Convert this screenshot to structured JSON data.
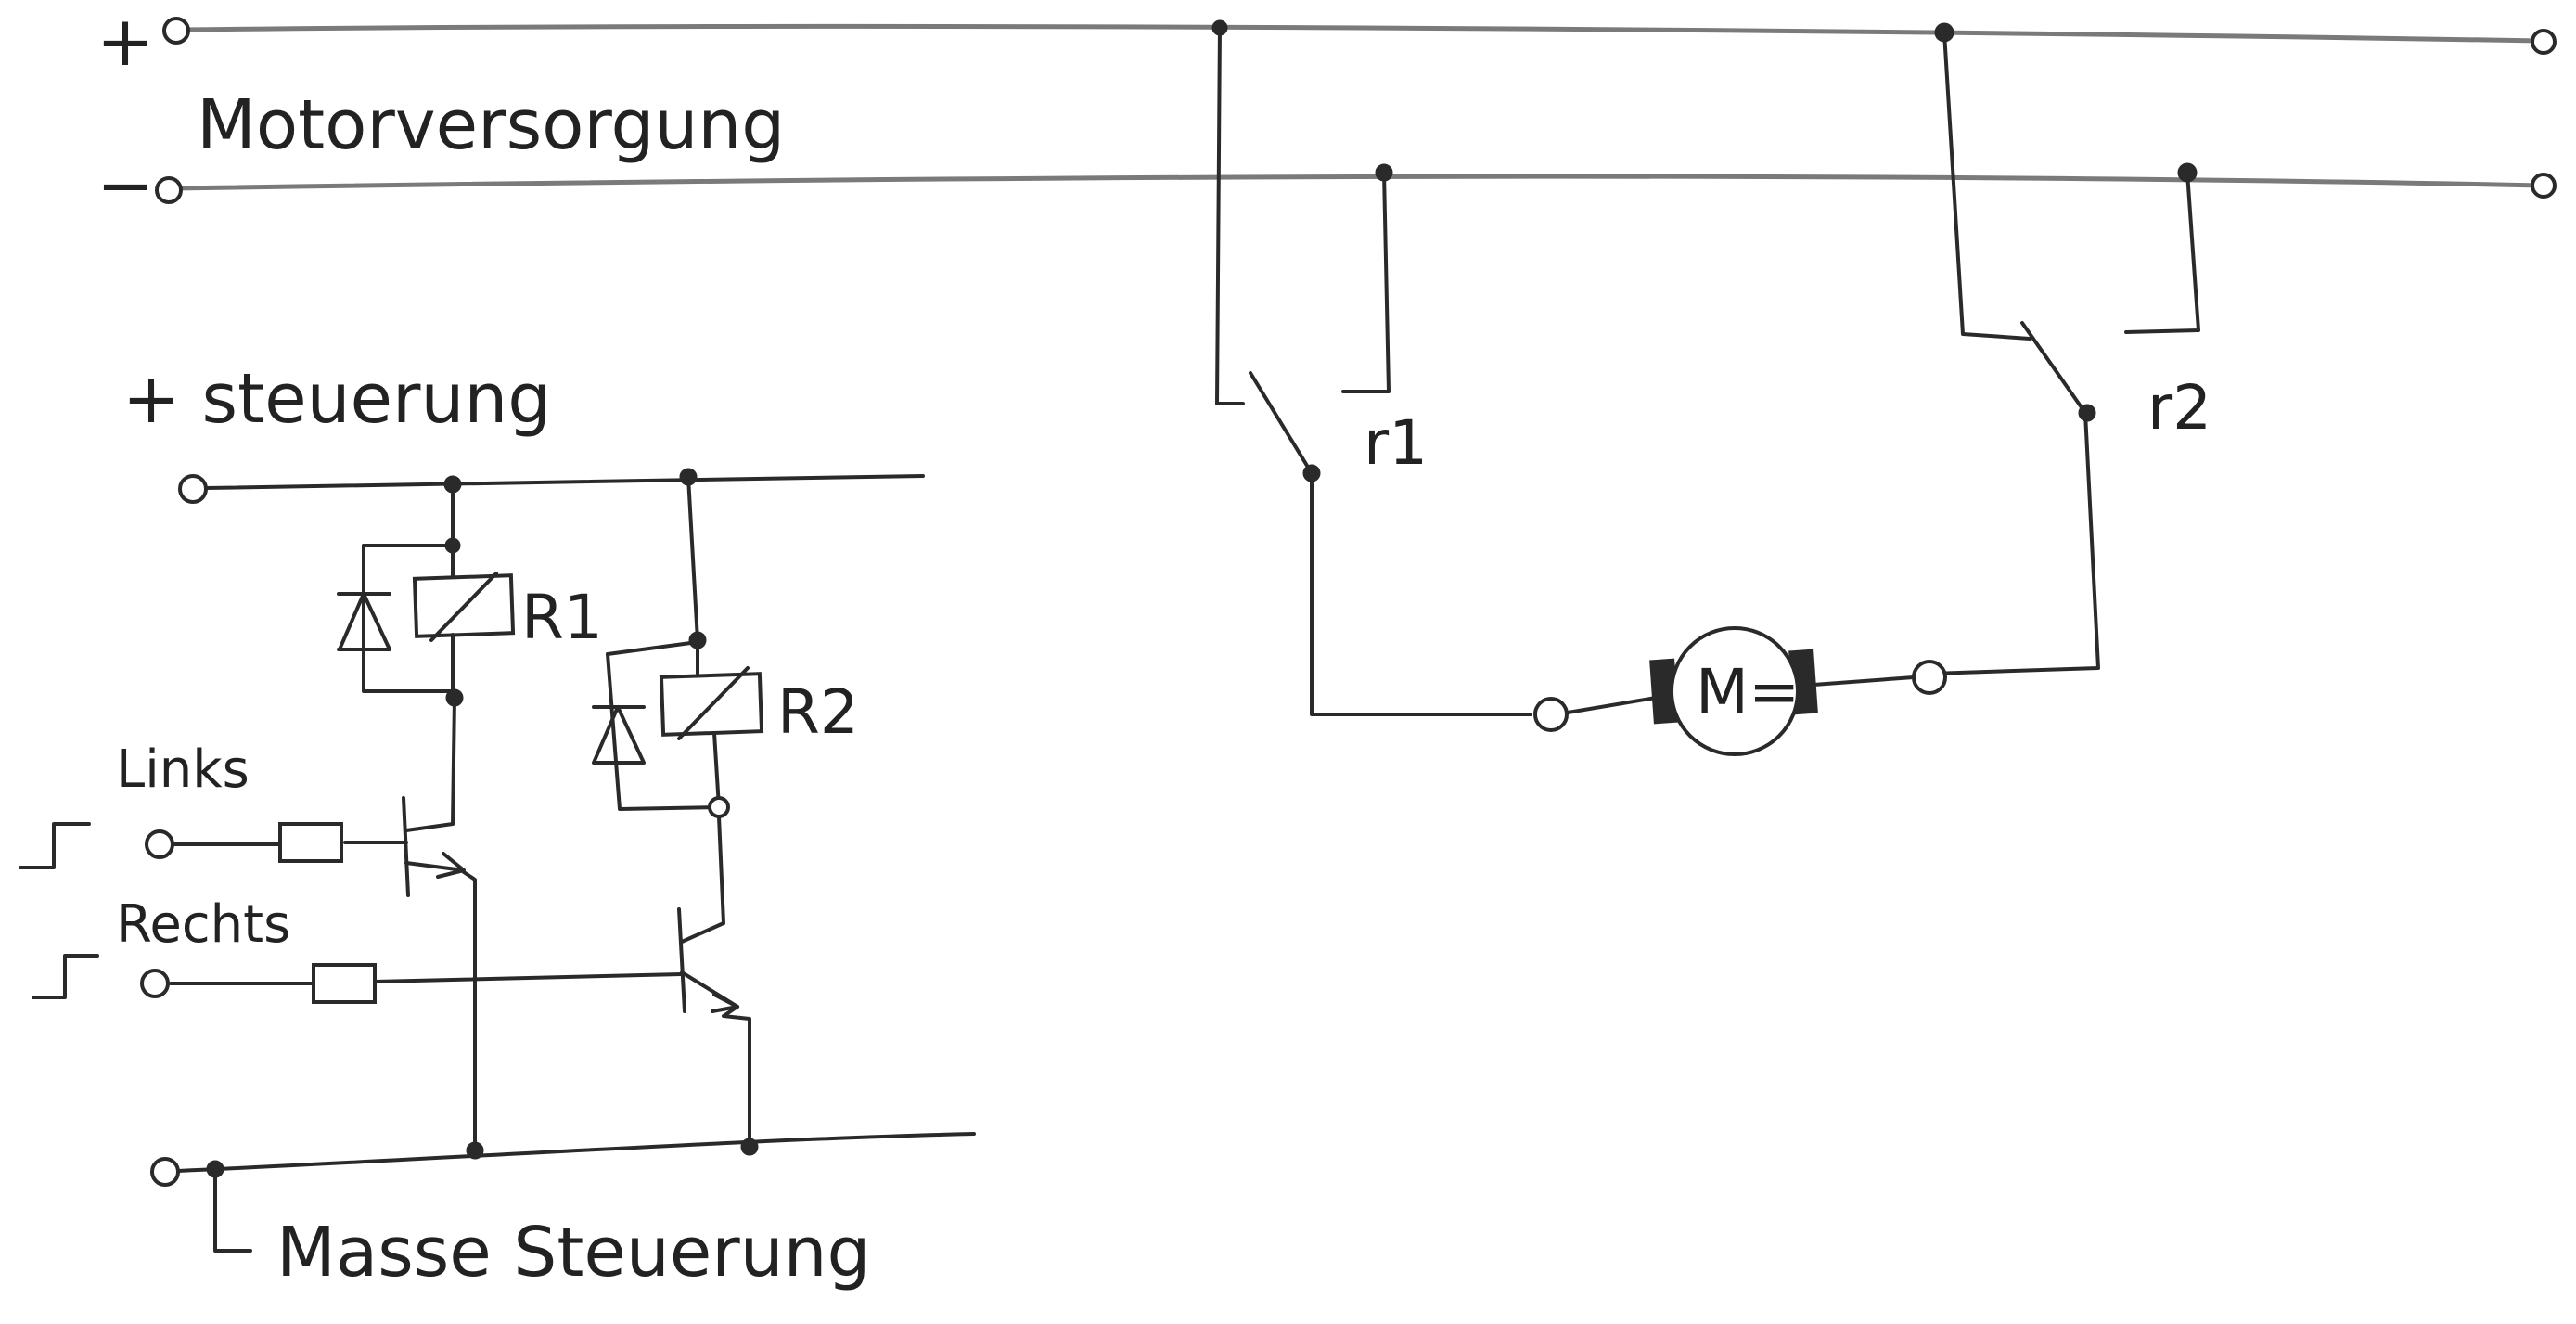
{
  "labels": {
    "plus_sign": "+",
    "minus_sign": "−",
    "motor_supply": "Motorversorgung",
    "control_plus": "+ steuerung",
    "relay1": "R1",
    "relay2": "R2",
    "contact1": "r1",
    "contact2": "r2",
    "input_left": "Links",
    "input_right": "Rechts",
    "ground": "Masse Steuerung",
    "motor": "M="
  }
}
